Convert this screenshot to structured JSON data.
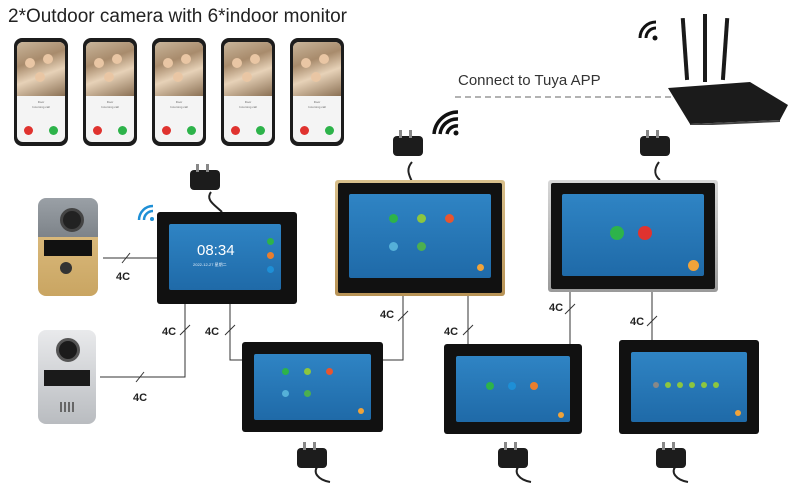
{
  "title": "2*Outdoor camera with 6*indoor monitor",
  "router_label": "Connect to Tuya APP",
  "wire_label": "4C",
  "monitor_clock": {
    "time": "08:34",
    "date": "2022-12-27  星期二"
  },
  "phone_call": {
    "caller": "Door",
    "status": "Incoming call"
  },
  "colors": {
    "screen": "#2573b8",
    "bezel": "#111111",
    "gold_trim": "#c9a96a",
    "silver_trim": "#b5b5b5",
    "wire": "#333333",
    "answer": "#2db34a",
    "decline": "#e0332f"
  }
}
